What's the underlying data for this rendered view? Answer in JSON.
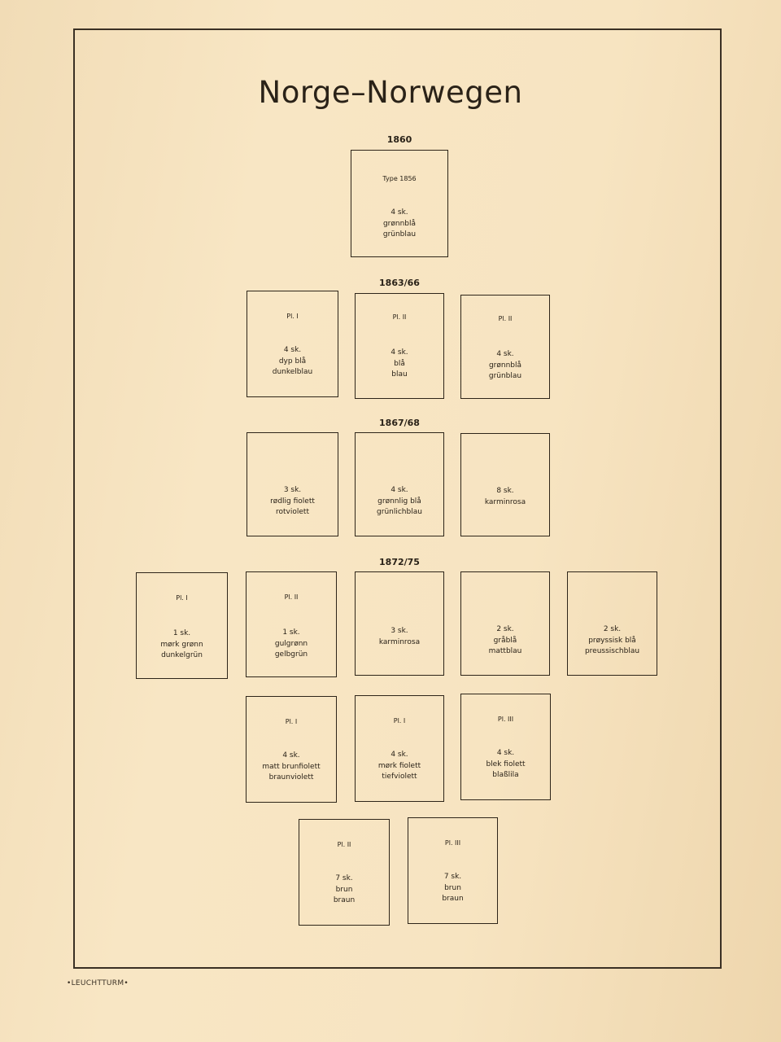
{
  "title": "Norge–Norwegen",
  "brand": "•LEUCHTTURM•",
  "years": [
    "1860",
    "1863/66",
    "1867/68",
    "1872/75"
  ],
  "slots": [
    {
      "plate": "Type 1856",
      "lines": [
        "4 sk.",
        "grønnblå",
        "grünblau"
      ]
    },
    {
      "plate": "Pl. I",
      "lines": [
        "4 sk.",
        "dyp blå",
        "dunkelblau"
      ]
    },
    {
      "plate": "Pl. II",
      "lines": [
        "4 sk.",
        "blå",
        "blau"
      ]
    },
    {
      "plate": "Pl. II",
      "lines": [
        "4 sk.",
        "grønnblå",
        "grünblau"
      ]
    },
    {
      "plate": "",
      "lines": [
        "3 sk.",
        "rødlig fiolett",
        "rotviolett"
      ]
    },
    {
      "plate": "",
      "lines": [
        "4 sk.",
        "grønnlig blå",
        "grünlichblau"
      ]
    },
    {
      "plate": "",
      "lines": [
        "8 sk.",
        "karminrosa"
      ]
    },
    {
      "plate": "Pl. I",
      "lines": [
        "1 sk.",
        "mørk grønn",
        "dunkelgrün"
      ]
    },
    {
      "plate": "Pl. II",
      "lines": [
        "1 sk.",
        "gulgrønn",
        "gelbgrün"
      ]
    },
    {
      "plate": "",
      "lines": [
        "3 sk.",
        "karminrosa"
      ]
    },
    {
      "plate": "",
      "lines": [
        "2 sk.",
        "gråblå",
        "mattblau"
      ]
    },
    {
      "plate": "",
      "lines": [
        "2 sk.",
        "prøyssisk blå",
        "preussischblau"
      ]
    },
    {
      "plate": "Pl. I",
      "lines": [
        "4 sk.",
        "matt brunfiolett",
        "braunviolett"
      ]
    },
    {
      "plate": "Pl. I",
      "lines": [
        "4 sk.",
        "mørk fiolett",
        "tiefviolett"
      ]
    },
    {
      "plate": "Pl. III",
      "lines": [
        "4 sk.",
        "blek fiolett",
        "blaßlila"
      ]
    },
    {
      "plate": "Pl. II",
      "lines": [
        "7 sk.",
        "brun",
        "braun"
      ]
    },
    {
      "plate": "Pl. III",
      "lines": [
        "7 sk.",
        "brun",
        "braun"
      ]
    }
  ]
}
